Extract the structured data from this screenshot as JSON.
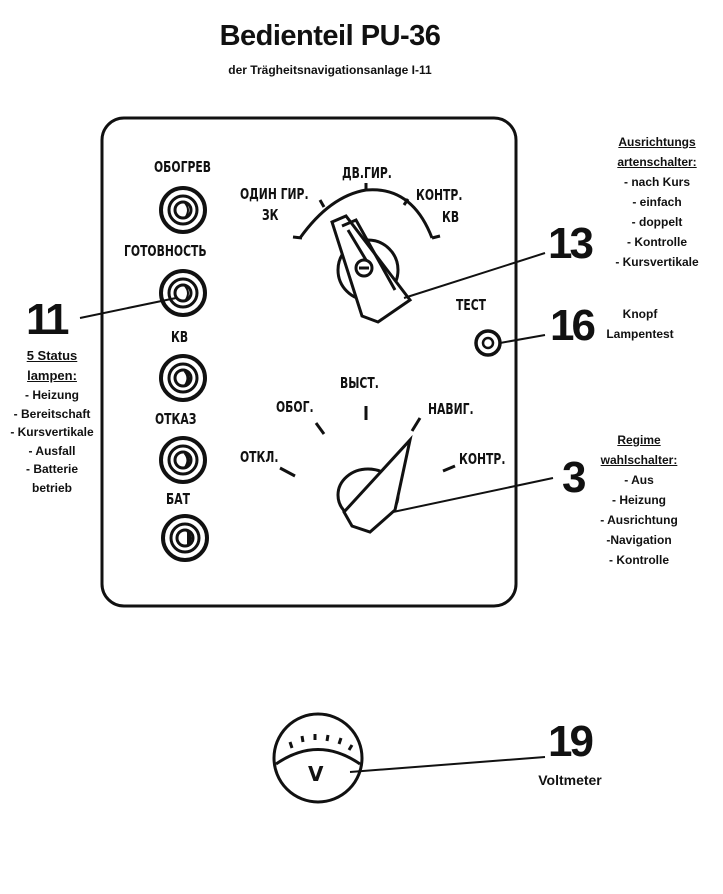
{
  "header": {
    "title": "Bedienteil PU-36",
    "subtitle": "der Trägheitsnavigationsanlage I-11"
  },
  "panel": {
    "lamps": [
      {
        "label": "ОБОГРЕВ"
      },
      {
        "label": "ГОТОВНОСТЬ"
      },
      {
        "label": "КВ"
      },
      {
        "label": "ОТКАЗ"
      },
      {
        "label": "БАТ"
      }
    ],
    "alignment_switch": {
      "positions": [
        "ОДИН ГИР.",
        "ЗК",
        "ДВ.ГИР.",
        "КОНТР.",
        "КВ"
      ]
    },
    "test_button": {
      "label": "ТЕСТ"
    },
    "mode_switch": {
      "positions": [
        "ОТКЛ.",
        "ОБОГ.",
        "ВЫСТ.",
        "НАВИГ.",
        "КОНТР."
      ]
    }
  },
  "voltmeter": {
    "symbol": "V"
  },
  "callouts": {
    "c11": {
      "number": "11",
      "heading_1": "5 Status",
      "heading_2": "lampen:",
      "items": [
        "- Heizung",
        "- Bereitschaft",
        "- Kursvertikale",
        "- Ausfall",
        "- Batterie",
        "betrieb"
      ]
    },
    "c13": {
      "number": "13",
      "heading_1": "Ausrichtungs",
      "heading_2": "artenschalter:",
      "items": [
        "- nach Kurs",
        "- einfach",
        "- doppelt",
        "- Kontrolle",
        "- Kursvertikale"
      ]
    },
    "c16": {
      "number": "16",
      "line_1": "Knopf",
      "line_2": "Lampentest"
    },
    "c3": {
      "number": "3",
      "heading_1": "Regime",
      "heading_2": "wahlschalter:",
      "items": [
        "- Aus",
        "- Heizung",
        "- Ausrichtung",
        "-Navigation",
        "- Kontrolle"
      ]
    },
    "c19": {
      "number": "19",
      "label": "Voltmeter"
    }
  }
}
